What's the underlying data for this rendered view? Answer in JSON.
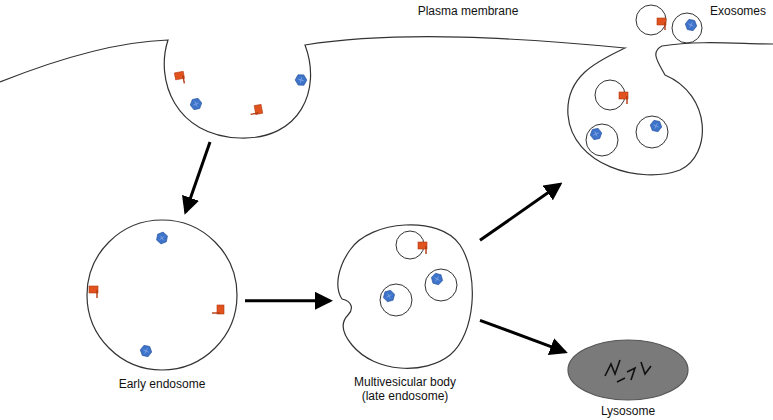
{
  "diagram": {
    "nodes": [
      {
        "text": [
          "Plasma membrane"
        ]
      },
      {
        "text": [
          "Early endosome"
        ]
      },
      {
        "text": [
          "Multivesicular body (late endosome)"
        ]
      },
      {
        "text": [
          "Exosomes"
        ]
      },
      {
        "text": [
          "Lysosome"
        ]
      }
    ],
    "edges": [
      {
        "from": 0,
        "to": 1,
        "arrow": "to"
      },
      {
        "from": 1,
        "to": 2,
        "arrow": "to"
      },
      {
        "from": 2,
        "to": 3,
        "arrow": "to"
      },
      {
        "from": 2,
        "to": 4,
        "arrow": "to"
      }
    ]
  }
}
